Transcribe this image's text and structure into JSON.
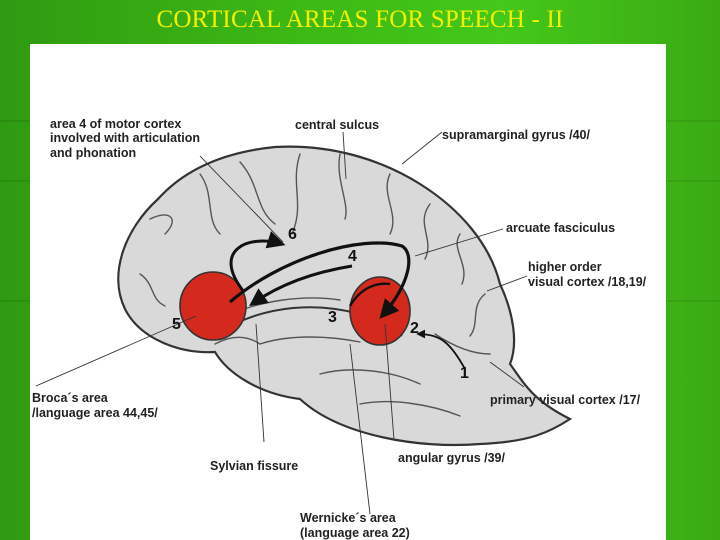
{
  "slide": {
    "title": "CORTICAL AREAS FOR SPEECH - II"
  },
  "diagram": {
    "labels": {
      "motor_cortex_line1": "area 4 of motor cortex",
      "motor_cortex_line2": "involved with articulation",
      "motor_cortex_line3": "and phonation",
      "central_sulcus": "central sulcus",
      "supramarginal": "supramarginal gyrus /40/",
      "arcuate": "arcuate fasciculus",
      "higher_visual_line1": "higher order",
      "higher_visual_line2": "visual cortex /18,19/",
      "brocas_line1": "Broca´s area",
      "brocas_line2": "/language area 44,45/",
      "primary_visual": "primary visual cortex /17/",
      "sylvian": "Sylvian fissure",
      "angular": "angular gyrus /39/",
      "wernickes_line1": "Wernicke´s area",
      "wernickes_line2": "(language area 22)"
    },
    "numbers": [
      "1",
      "2",
      "3",
      "4",
      "5",
      "6"
    ],
    "colors": {
      "brain_fill": "#d9d9d9",
      "area_fill": "#d42a1e",
      "title": "#f4f000"
    }
  }
}
